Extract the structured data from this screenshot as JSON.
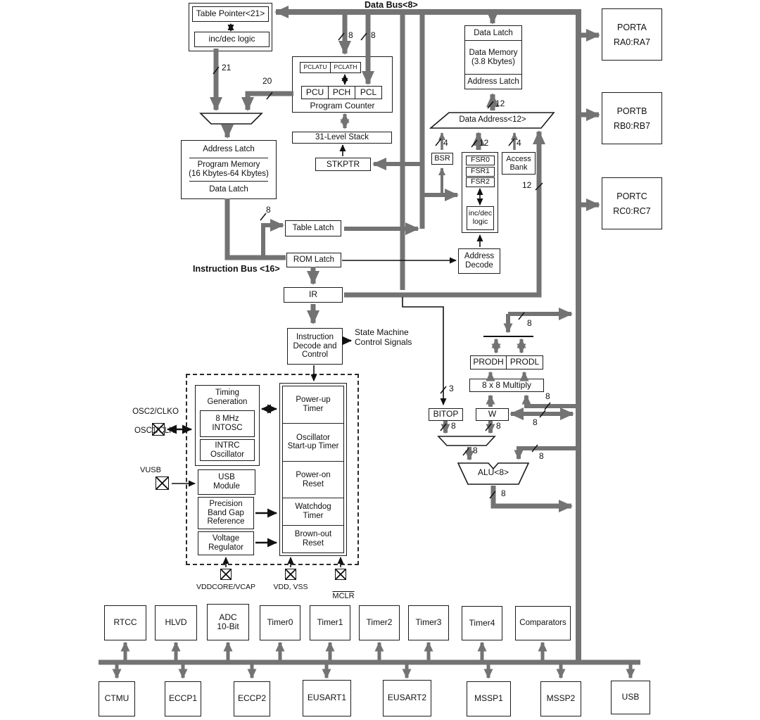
{
  "buses": {
    "data_bus": "Data Bus<8>",
    "instruction_bus": "Instruction Bus <16>"
  },
  "labels": {
    "table_pointer": "Table Pointer<21>",
    "inc_dec_logic_top": "inc/dec logic",
    "pclatu": "PCLATU",
    "pclath": "PCLATH",
    "pcu": "PCU",
    "pch": "PCH",
    "pcl": "PCL",
    "program_counter": "Program Counter",
    "stack": "31-Level Stack",
    "stkptr": "STKPTR",
    "address_latch_left": "Address Latch",
    "program_memory": "Program Memory\n(16 Kbytes-64 Kbytes)",
    "data_latch_left": "Data Latch",
    "table_latch": "Table Latch",
    "rom_latch": "ROM Latch",
    "ir": "IR",
    "instruction_decode": "Instruction\nDecode and\nControl",
    "state_machine": "State Machine\nControl Signals",
    "data_latch_right": "Data Latch",
    "data_memory": "Data Memory\n(3.8 Kbytes)",
    "address_latch_right": "Address Latch",
    "data_address": "Data Address<12>",
    "bsr": "BSR",
    "fsr0": "FSR0",
    "fsr1": "FSR1",
    "fsr2": "FSR2",
    "access_bank": "Access\nBank",
    "inc_dec_logic_fsr": "inc/dec\nlogic",
    "address_decode": "Address\nDecode",
    "porta_name": "PORTA",
    "porta_pins": "RA0:RA7",
    "portb_name": "PORTB",
    "portb_pins": "RB0:RB7",
    "portc_name": "PORTC",
    "portc_pins": "RC0:RC7",
    "prodh": "PRODH",
    "prodl": "PRODL",
    "multiply": "8 x 8 Multiply",
    "bitop": "BITOP",
    "w_reg": "W",
    "alu": "ALU<8>",
    "osc2": "OSC2/CLKO",
    "osc1": "OSC1/CLKI",
    "vusb": "VUSB",
    "timing_generation": "Timing\nGeneration",
    "intosc": "8 MHz\nINTOSC",
    "intrc": "INTRC\nOscillator",
    "usb_module": "USB\nModule",
    "band_gap": "Precision\nBand Gap\nReference",
    "voltage_regulator": "Voltage\nRegulator",
    "powerup_timer": "Power-up\nTimer",
    "ost": "Oscillator\nStart-up Timer",
    "por": "Power-on\nReset",
    "wdt": "Watchdog\nTimer",
    "bor": "Brown-out\nReset",
    "vddcore": "VDDCORE/VCAP",
    "vdd_vss": "VDD, VSS",
    "mclr": "MCLR"
  },
  "widths": {
    "w21": "21",
    "w20": "20",
    "w8_pclat": "8",
    "w8_pcl": "8",
    "w12_addr": "12",
    "w4_bsr": "4",
    "w12_fsr": "12",
    "w4_access": "4",
    "w12_ir": "12",
    "w8_table": "8",
    "w3_bitop": "3",
    "w8_prod": "8",
    "w8_mult": "8",
    "w8_wbus": "8",
    "w8_bitop_out": "8",
    "w8_w_out": "8",
    "w8_mux_out": "8",
    "w8_alu_in": "8",
    "w8_alu_out": "8"
  },
  "peripherals_row1": [
    "RTCC",
    "HLVD",
    "ADC\n10-Bit",
    "Timer0",
    "Timer1",
    "Timer2",
    "Timer3",
    "Timer4",
    "Comparators"
  ],
  "peripherals_row2": [
    "CTMU",
    "ECCP1",
    "ECCP2",
    "EUSART1",
    "EUSART2",
    "MSSP1",
    "MSSP2",
    "USB"
  ]
}
